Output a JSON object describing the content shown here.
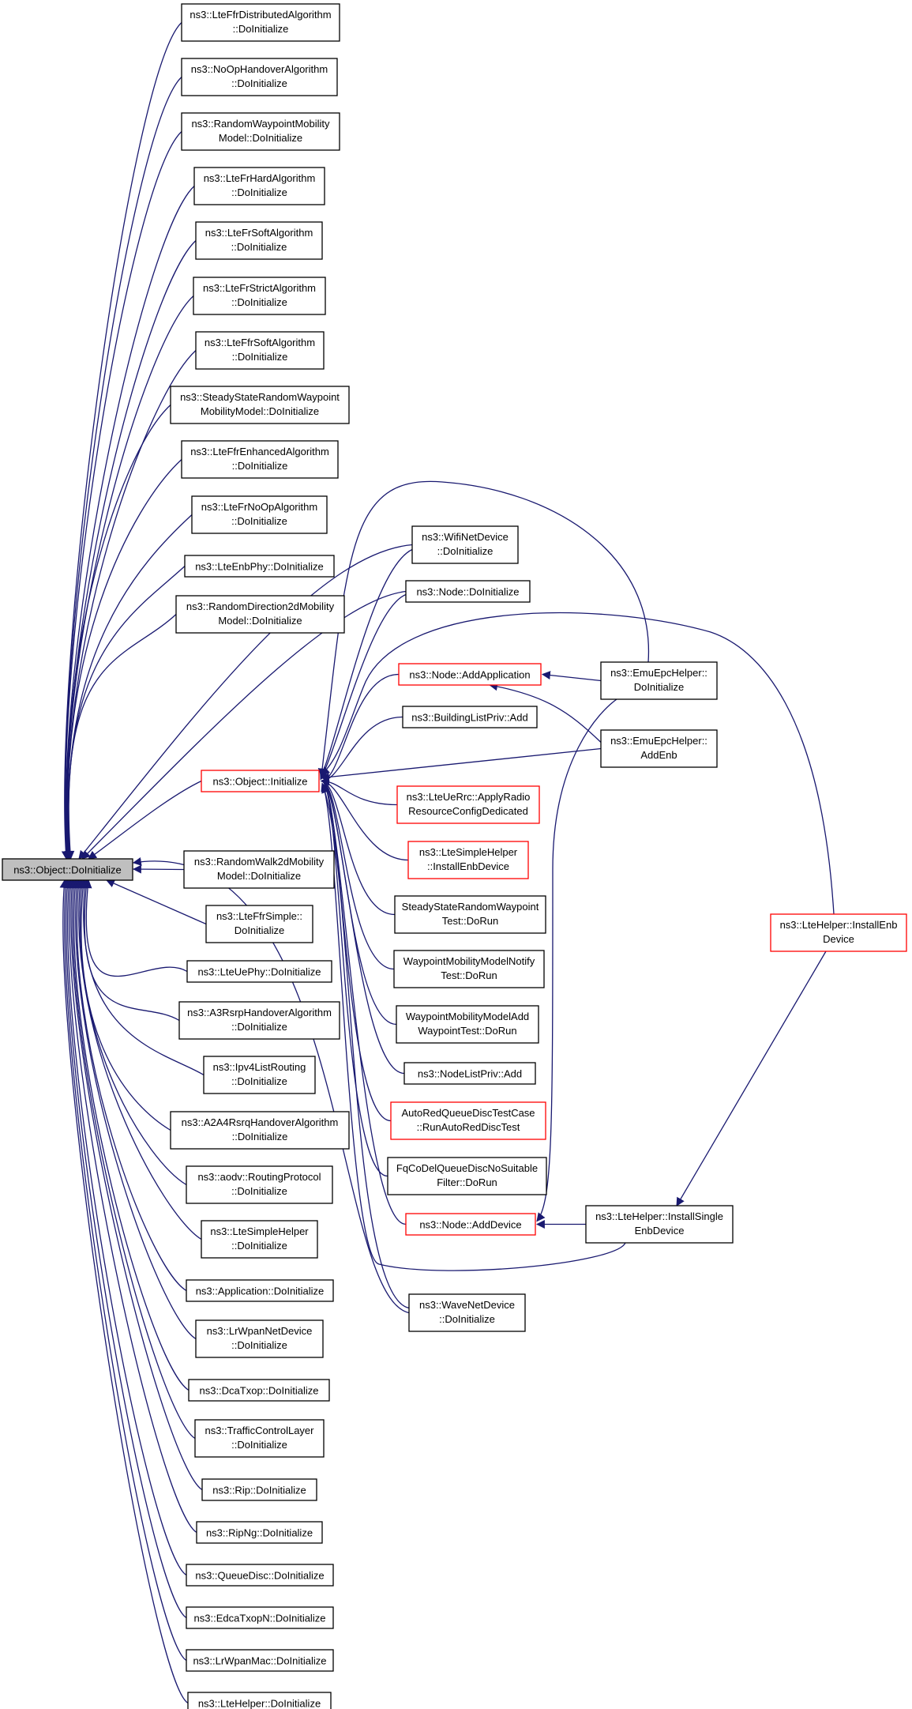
{
  "diagram": {
    "edge_color": "#191970",
    "highlight_border_color": "#ff0000",
    "root_fill": "#bfbfbf",
    "nodes": [
      {
        "id": "root",
        "lines": [
          "ns3::Object::DoInitialize"
        ],
        "style": "root"
      },
      {
        "id": "n1",
        "lines": [
          "ns3::LteFfrDistributedAlgorithm",
          "::DoInitialize"
        ]
      },
      {
        "id": "n2",
        "lines": [
          "ns3::NoOpHandoverAlgorithm",
          "::DoInitialize"
        ]
      },
      {
        "id": "n3",
        "lines": [
          "ns3::RandomWaypointMobility",
          "Model::DoInitialize"
        ]
      },
      {
        "id": "n4",
        "lines": [
          "ns3::LteFrHardAlgorithm",
          "::DoInitialize"
        ]
      },
      {
        "id": "n5",
        "lines": [
          "ns3::LteFrSoftAlgorithm",
          "::DoInitialize"
        ]
      },
      {
        "id": "n6",
        "lines": [
          "ns3::LteFrStrictAlgorithm",
          "::DoInitialize"
        ]
      },
      {
        "id": "n7",
        "lines": [
          "ns3::LteFfrSoftAlgorithm",
          "::DoInitialize"
        ]
      },
      {
        "id": "n8",
        "lines": [
          "ns3::SteadyStateRandomWaypoint",
          "MobilityModel::DoInitialize"
        ]
      },
      {
        "id": "n9",
        "lines": [
          "ns3::LteFfrEnhancedAlgorithm",
          "::DoInitialize"
        ]
      },
      {
        "id": "n10",
        "lines": [
          "ns3::LteFrNoOpAlgorithm",
          "::DoInitialize"
        ]
      },
      {
        "id": "n11",
        "lines": [
          "ns3::LteEnbPhy::DoInitialize"
        ]
      },
      {
        "id": "n12",
        "lines": [
          "ns3::RandomDirection2dMobility",
          "Model::DoInitialize"
        ]
      },
      {
        "id": "n13",
        "lines": [
          "ns3::RandomWalk2dMobility",
          "Model::DoInitialize"
        ]
      },
      {
        "id": "n14",
        "lines": [
          "ns3::LteFfrSimple::",
          "DoInitialize"
        ]
      },
      {
        "id": "n15",
        "lines": [
          "ns3::LteUePhy::DoInitialize"
        ]
      },
      {
        "id": "n16",
        "lines": [
          "ns3::A3RsrpHandoverAlgorithm",
          "::DoInitialize"
        ]
      },
      {
        "id": "n17",
        "lines": [
          "ns3::Ipv4ListRouting",
          "::DoInitialize"
        ]
      },
      {
        "id": "n18",
        "lines": [
          "ns3::A2A4RsrqHandoverAlgorithm",
          "::DoInitialize"
        ]
      },
      {
        "id": "n19",
        "lines": [
          "ns3::aodv::RoutingProtocol",
          "::DoInitialize"
        ]
      },
      {
        "id": "n20",
        "lines": [
          "ns3::LteSimpleHelper",
          "::DoInitialize"
        ]
      },
      {
        "id": "n21",
        "lines": [
          "ns3::Application::DoInitialize"
        ]
      },
      {
        "id": "n22",
        "lines": [
          "ns3::LrWpanNetDevice",
          "::DoInitialize"
        ]
      },
      {
        "id": "n23",
        "lines": [
          "ns3::DcaTxop::DoInitialize"
        ]
      },
      {
        "id": "n24",
        "lines": [
          "ns3::TrafficControlLayer",
          "::DoInitialize"
        ]
      },
      {
        "id": "n25",
        "lines": [
          "ns3::Rip::DoInitialize"
        ]
      },
      {
        "id": "n26",
        "lines": [
          "ns3::RipNg::DoInitialize"
        ]
      },
      {
        "id": "n27",
        "lines": [
          "ns3::QueueDisc::DoInitialize"
        ]
      },
      {
        "id": "n28",
        "lines": [
          "ns3::EdcaTxopN::DoInitialize"
        ]
      },
      {
        "id": "n29",
        "lines": [
          "ns3::LrWpanMac::DoInitialize"
        ]
      },
      {
        "id": "n30",
        "lines": [
          "ns3::LteHelper::DoInitialize"
        ]
      },
      {
        "id": "init",
        "lines": [
          "ns3::Object::Initialize"
        ],
        "style": "red"
      },
      {
        "id": "wifi",
        "lines": [
          "ns3::WifiNetDevice",
          "::DoInitialize"
        ]
      },
      {
        "id": "nodeinit",
        "lines": [
          "ns3::Node::DoInitialize"
        ]
      },
      {
        "id": "addapp",
        "lines": [
          "ns3::Node::AddApplication"
        ],
        "style": "red"
      },
      {
        "id": "blp",
        "lines": [
          "ns3::BuildingListPriv::Add"
        ]
      },
      {
        "id": "uerrc",
        "lines": [
          "ns3::LteUeRrc::ApplyRadio",
          "ResourceConfigDedicated"
        ],
        "style": "red"
      },
      {
        "id": "simpleinst",
        "lines": [
          "ns3::LteSimpleHelper",
          "::InstallEnbDevice"
        ],
        "style": "red"
      },
      {
        "id": "ssrw",
        "lines": [
          "SteadyStateRandomWaypoint",
          "Test::DoRun"
        ]
      },
      {
        "id": "wmmn",
        "lines": [
          "WaypointMobilityModelNotify",
          "Test::DoRun"
        ]
      },
      {
        "id": "wmma",
        "lines": [
          "WaypointMobilityModelAdd",
          "WaypointTest::DoRun"
        ]
      },
      {
        "id": "nlp",
        "lines": [
          "ns3::NodeListPriv::Add"
        ]
      },
      {
        "id": "ared",
        "lines": [
          "AutoRedQueueDiscTestCase",
          "::RunAutoRedDiscTest"
        ],
        "style": "red"
      },
      {
        "id": "fqco",
        "lines": [
          "FqCoDelQueueDiscNoSuitable",
          "Filter::DoRun"
        ]
      },
      {
        "id": "adddev",
        "lines": [
          "ns3::Node::AddDevice"
        ],
        "style": "red"
      },
      {
        "id": "wave",
        "lines": [
          "ns3::WaveNetDevice",
          "::DoInitialize"
        ]
      },
      {
        "id": "emuinit",
        "lines": [
          "ns3::EmuEpcHelper::",
          "DoInitialize"
        ]
      },
      {
        "id": "emuenb",
        "lines": [
          "ns3::EmuEpcHelper::",
          "AddEnb"
        ]
      },
      {
        "id": "single",
        "lines": [
          "ns3::LteHelper::InstallSingle",
          "EnbDevice"
        ]
      },
      {
        "id": "lteinst",
        "lines": [
          "ns3::LteHelper::InstallEnb",
          "Device"
        ],
        "style": "red"
      }
    ]
  }
}
